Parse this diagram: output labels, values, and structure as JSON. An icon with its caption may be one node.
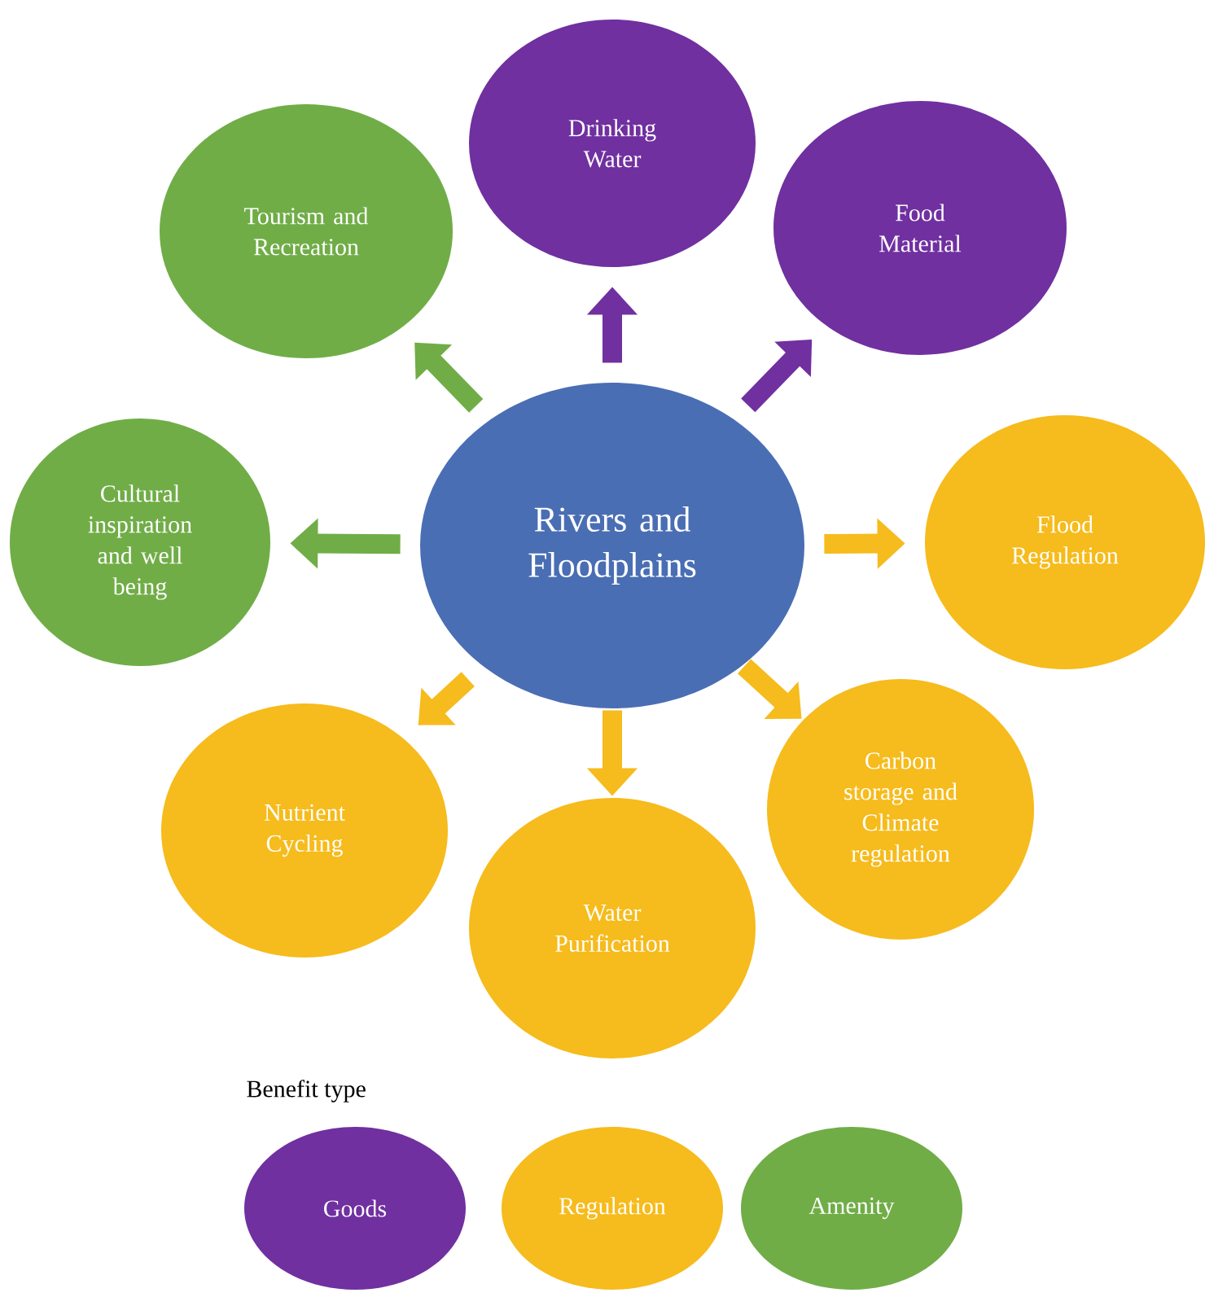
{
  "diagram": {
    "nodes": [
      {
        "text": [
          "Rivers and Floodplains"
        ]
      },
      {
        "text": [
          "Drinking Water"
        ]
      },
      {
        "text": [
          "Food Material"
        ]
      },
      {
        "text": [
          "Tourism and Recreation"
        ]
      },
      {
        "text": [
          "Cultural inspiration and well being"
        ]
      },
      {
        "text": [
          "Flood Regulation"
        ]
      },
      {
        "text": [
          "Nutrient Cycling"
        ]
      },
      {
        "text": [
          "Carbon storage and Climate regulation"
        ]
      },
      {
        "text": [
          "Water Purification"
        ]
      }
    ],
    "edges": [
      {
        "from": 0,
        "to": 1,
        "arrow": "to",
        "color": "#7030a0"
      },
      {
        "from": 0,
        "to": 2,
        "arrow": "to",
        "color": "#7030a0"
      },
      {
        "from": 0,
        "to": 3,
        "arrow": "to",
        "color": "#70ad47"
      },
      {
        "from": 0,
        "to": 4,
        "arrow": "to",
        "color": "#70ad47"
      },
      {
        "from": 0,
        "to": 5,
        "arrow": "to",
        "color": "#f6bb1c"
      },
      {
        "from": 0,
        "to": 6,
        "arrow": "to",
        "color": "#f6bb1c"
      },
      {
        "from": 0,
        "to": 7,
        "arrow": "to",
        "color": "#f6bb1c"
      },
      {
        "from": 0,
        "to": 8,
        "arrow": "to",
        "color": "#f6bb1c"
      }
    ],
    "labels": [
      "Benefit type"
    ],
    "legend": [
      {
        "text": "Goods",
        "color": "#7030a0"
      },
      {
        "text": "Regulation",
        "color": "#f6bb1c"
      },
      {
        "text": "Amenity",
        "color": "#70ad47"
      }
    ]
  }
}
